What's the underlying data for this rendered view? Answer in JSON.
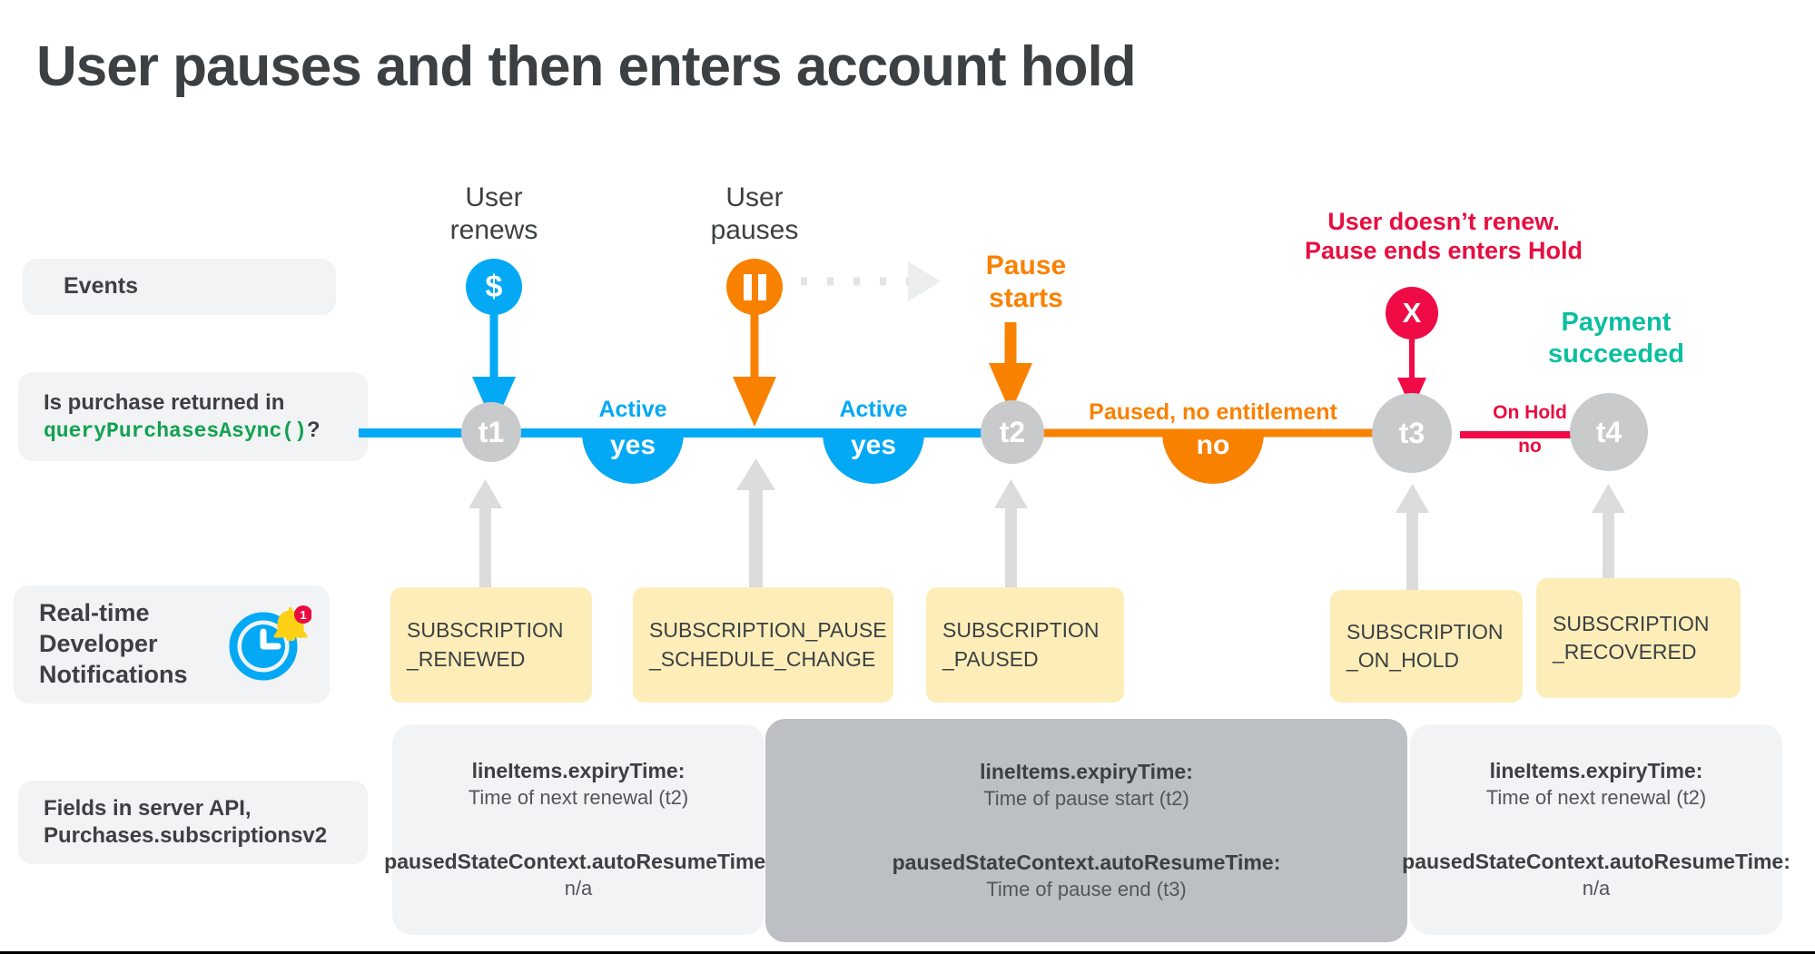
{
  "title": "User pauses and then enters account hold",
  "colors": {
    "blue": "#03a9f4",
    "orange": "#f98100",
    "red": "#ef0b46",
    "crimson": "#e80e40",
    "teal": "#0bbfa1",
    "green_code": "#12a150",
    "node_gray": "#c8cacc",
    "arrow_gray": "#dcdcdc",
    "yellow_box": "#fdeeb9",
    "panel_light": "#f2f3f4",
    "panel_dark": "#bcc0c4",
    "chip_gray": "#f1f3f4",
    "text_dark": "#3c4043"
  },
  "row_labels": {
    "events": "Events",
    "query_line1": "Is purchase returned in ",
    "query_code": "queryPurchasesAsync()",
    "query_tail": "?",
    "rtdn": "Real-time\nDeveloper\nNotifications",
    "rtdn_icon": "clock-bell-notification-icon",
    "fields": "Fields in server API,\nPurchases.subscriptionsv2"
  },
  "events": [
    {
      "label": "User\nrenews",
      "badge_icon": "dollar-icon",
      "badge_glyph": "$",
      "color": "#03a9f4"
    },
    {
      "label": "User\npauses",
      "badge_icon": "pause-icon",
      "badge_glyph": "II",
      "color": "#f98100"
    },
    {
      "label": "Pause\nstarts",
      "badge_icon": "none",
      "badge_glyph": "",
      "color": "#f98100"
    },
    {
      "label": "User doesn’t renew.\nPause ends enters Hold",
      "badge_icon": "x-icon",
      "badge_glyph": "X",
      "color": "#e80e40"
    },
    {
      "label": "Payment\nsucceeded",
      "badge_icon": "none",
      "badge_glyph": "",
      "color": "#0bbfa1"
    }
  ],
  "timeline": {
    "nodes": [
      {
        "id": "t1",
        "label": "t1"
      },
      {
        "id": "t2",
        "label": "t2"
      },
      {
        "id": "t3",
        "label": "t3"
      },
      {
        "id": "t4",
        "label": "t4"
      }
    ],
    "segments": [
      {
        "state": "Active",
        "answer": "yes",
        "color": "#03a9f4"
      },
      {
        "state": "Active",
        "answer": "yes",
        "color": "#03a9f4"
      },
      {
        "state": "Paused, no entitlement",
        "answer": "no",
        "color": "#f98100"
      },
      {
        "state": "On Hold",
        "answer": "no",
        "color": "#e80e40"
      }
    ]
  },
  "notifications": [
    {
      "name": "SUBSCRIPTION\n_RENEWED"
    },
    {
      "name": "SUBSCRIPTION_PAUSE\n_SCHEDULE_CHANGE"
    },
    {
      "name": "SUBSCRIPTION\n_PAUSED"
    },
    {
      "name": "SUBSCRIPTION\n_ON_HOLD"
    },
    {
      "name": "SUBSCRIPTION\n_RECOVERED"
    }
  ],
  "fields_panels": [
    {
      "tone": "light",
      "expiry_key": "lineItems.expiryTime:",
      "expiry_val": "Time of next renewal (t2)",
      "resume_key": "pausedStateContext.autoResumeTime:",
      "resume_val": "n/a"
    },
    {
      "tone": "dark",
      "expiry_key": "lineItems.expiryTime:",
      "expiry_val": "Time of pause start (t2)",
      "resume_key": "pausedStateContext.autoResumeTime:",
      "resume_val": "Time of pause end (t3)"
    },
    {
      "tone": "light",
      "expiry_key": "lineItems.expiryTime:",
      "expiry_val": "Time of next renewal (t2)",
      "resume_key": "pausedStateContext.autoResumeTime:",
      "resume_val": "n/a"
    }
  ]
}
